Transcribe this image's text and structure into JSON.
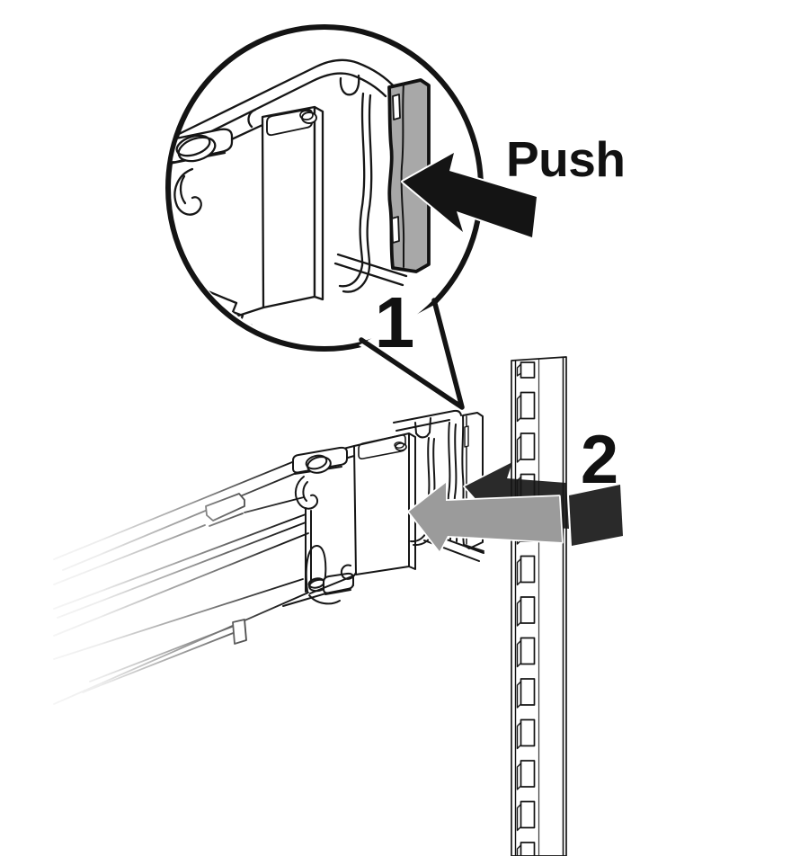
{
  "figure": {
    "kind": "technical-illustration",
    "subject": "Attaching a slide rail front bracket to a rack post",
    "background": "#ffffff"
  },
  "labels": {
    "push": "Push",
    "step_1": "1",
    "step_2": "2"
  },
  "colors": {
    "line": "#161616",
    "clip_highlight_gray": "#a8a8a8",
    "push_arrow_black": "#141414",
    "step2_arrow_dark": "#2a2a2a",
    "step2_arrow_gray": "#9b9b9b"
  },
  "icons": {
    "push_arrow": "solid-block-arrow-left",
    "step2_arrow_dark": "solid-block-arrow-up-left",
    "step2_arrow_gray": "solid-block-arrow-left",
    "magnifier": "circular-detail-callout"
  }
}
